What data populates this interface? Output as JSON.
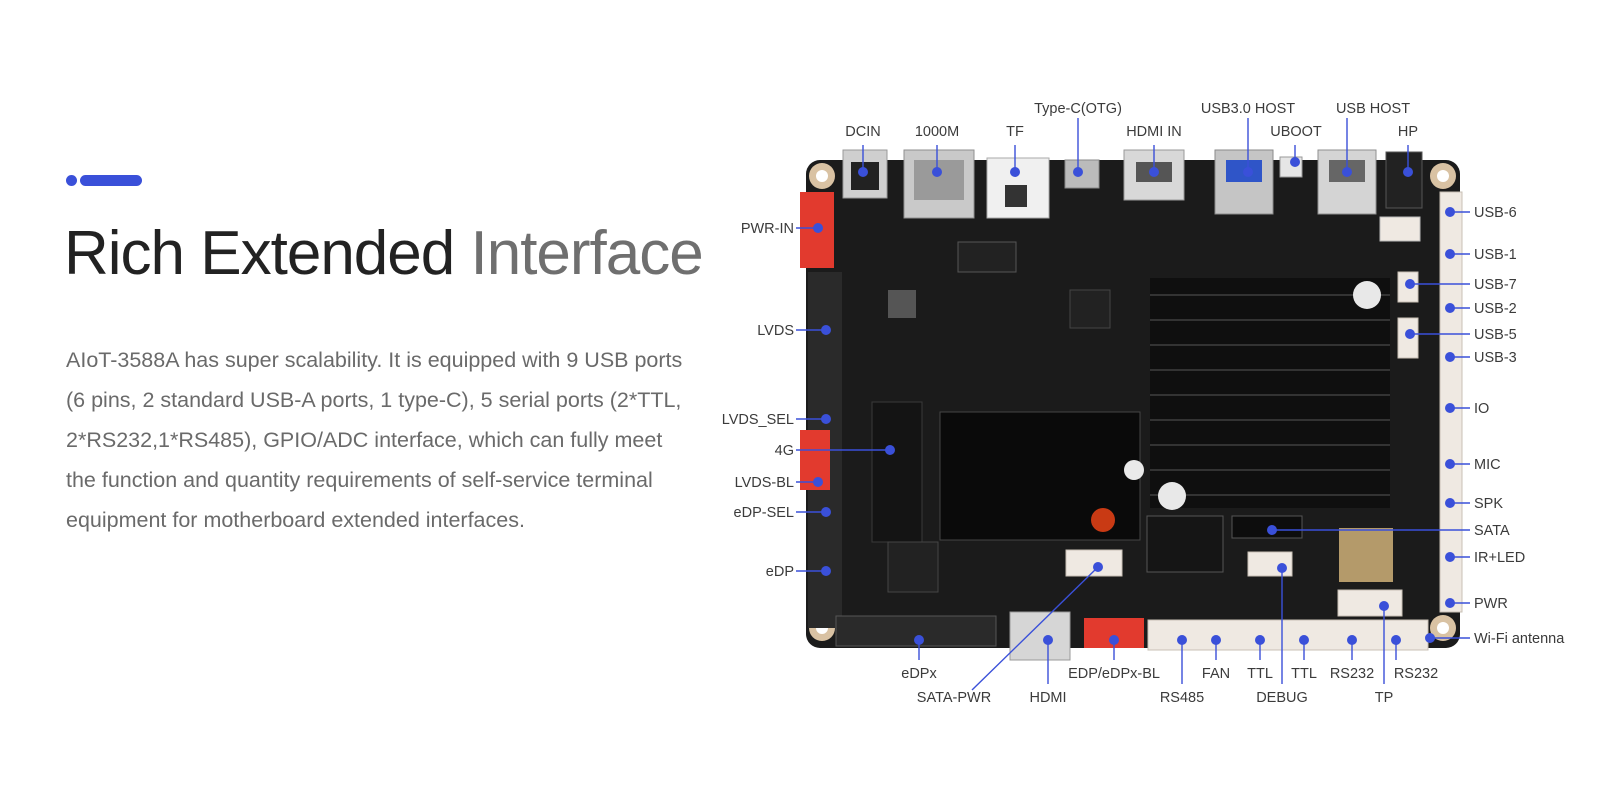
{
  "heading": {
    "title_dark": "Rich Extended",
    "title_light": "Interface"
  },
  "description": "AIoT-3588A has super scalability. It is equipped with 9 USB ports (6 pins, 2 standard USB-A ports, 1 type-C), 5 serial ports (2*TTL, 2*RS232,1*RS485), GPIO/ADC interface, which can fully meet the function and quantity requirements of self-service terminal equipment for motherboard extended interfaces.",
  "colors": {
    "accent": "#3a50d9",
    "board": "#1b1b1b",
    "connector_red": "#e23a2e",
    "connector_white": "#efe9e2"
  },
  "board": {
    "labels": {
      "dcin": "DCIN",
      "lan": "1000M",
      "tf": "TF",
      "typec": "Type-C(OTG)",
      "hdmi_in": "HDMI IN",
      "usb30": "USB3.0 HOST",
      "uboot": "UBOOT",
      "usbhost": "USB HOST",
      "hp": "HP",
      "pwr_in": "PWR-IN",
      "lvds": "LVDS",
      "lvds_sel": "LVDS_SEL",
      "g4": "4G",
      "lvds_bl": "LVDS-BL",
      "edp_sel": "eDP-SEL",
      "edp": "eDP",
      "usb6": "USB-6",
      "usb1": "USB-1",
      "usb7": "USB-7",
      "usb2": "USB-2",
      "usb5": "USB-5",
      "usb3": "USB-3",
      "io": "IO",
      "mic": "MIC",
      "spk": "SPK",
      "sata": "SATA",
      "irled": "IR+LED",
      "pwr": "PWR",
      "wifi": "Wi-Fi antenna",
      "edpx": "eDPx",
      "sata_pwr": "SATA-PWR",
      "hdmi": "HDMI",
      "edp_bl": "EDP/eDPx-BL",
      "rs485": "RS485",
      "fan": "FAN",
      "ttl1": "TTL",
      "debug": "DEBUG",
      "ttl2": "TTL",
      "rs232a": "RS232",
      "tp": "TP",
      "rs232b": "RS232"
    }
  }
}
